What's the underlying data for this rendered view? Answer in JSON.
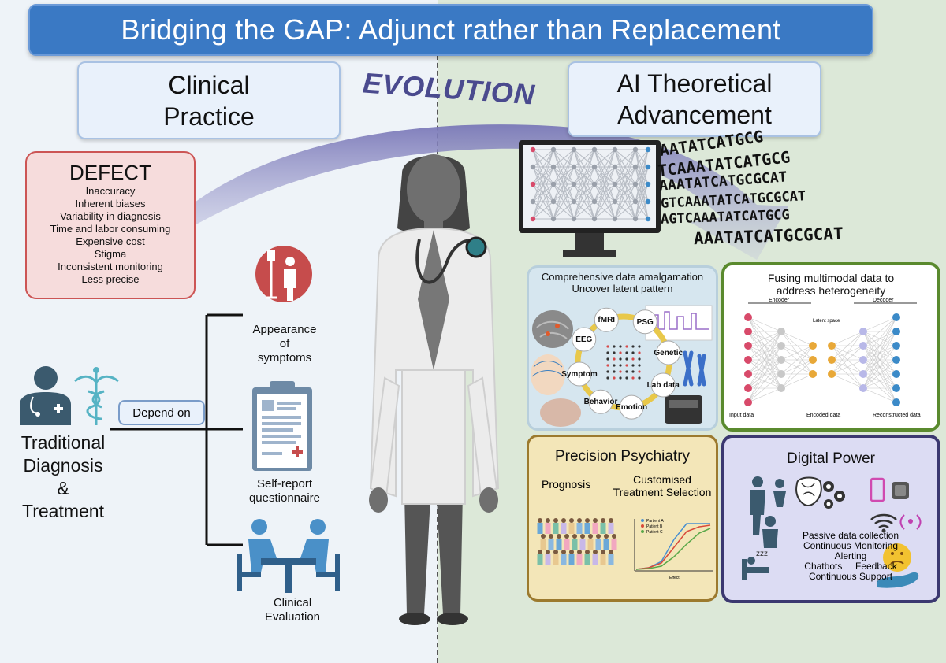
{
  "title": "Bridging the GAP:   Adjunct rather than Replacement",
  "clinical_practice": {
    "line1": "Clinical",
    "line2": "Practice"
  },
  "ai_advancement": {
    "line1": "AI Theoretical",
    "line2": "Advancement"
  },
  "evolution": "EVOLUTION",
  "defect": {
    "title": "DEFECT",
    "items": [
      "Inaccuracy",
      "Inherent biases",
      "Variability in diagnosis",
      "Time and labor consuming",
      "Expensive cost",
      "Stigma",
      "Inconsistent monitoring",
      "Less precise"
    ]
  },
  "traditional": {
    "line1": "Traditional",
    "line2": "Diagnosis",
    "line3": "&",
    "line4": "Treatment"
  },
  "depend_on": "Depend on",
  "symptoms": {
    "line1": "Appearance",
    "line2": "of",
    "line3": "symptoms"
  },
  "self_report": {
    "line1": "Self-report",
    "line2": "questionnaire"
  },
  "clinical_eval": {
    "line1": "Clinical",
    "line2": "Evaluation"
  },
  "dna_lines": [
    "AATATCATGCG",
    "TCAAATATCATGCG",
    "AAATATCATGCGCAT",
    "GTCAAATATCATGCGCAT",
    "AGTCAAATATCATGCG",
    "AAATATCATGCGCAT"
  ],
  "comprehensive": {
    "line1": "Comprehensive data amalgamation",
    "line2": "Uncover latent pattern",
    "nodes": [
      "fMRI",
      "PSG",
      "Genetic",
      "Lab data",
      "Emotion",
      "Behavior",
      "Symptom",
      "EEG"
    ]
  },
  "fusing": {
    "line1": "Fusing multimodal data to",
    "line2": "address heterogeneity",
    "encoder": "Encoder",
    "decoder": "Decoder",
    "latent": "Latent space",
    "input": "Input data",
    "encoded": "Encoded data",
    "reconstructed": "Reconstructed data"
  },
  "precision": {
    "title": "Precision Psychiatry",
    "prognosis": "Prognosis",
    "customised_line1": "Customised",
    "customised_line2": "Treatment Selection",
    "legend": [
      "Partient A",
      "Patient B",
      "Patient C"
    ],
    "xlabel": "Effect"
  },
  "digital": {
    "title": "Digital Power",
    "lines": [
      "Passive data collection",
      "Continuous Monitoring",
      "Alerting"
    ],
    "chatbots": "Chatbots",
    "feedback": "Feedback",
    "support": "Continuous Support",
    "zzz": "zzz"
  },
  "colors": {
    "banner": "#3a79c4",
    "arc": "#7a78b8",
    "defect_border": "#cc5555",
    "fusing_border": "#5a8a2e",
    "precision_border": "#9c7a2e",
    "digital_border": "#3b3870"
  }
}
